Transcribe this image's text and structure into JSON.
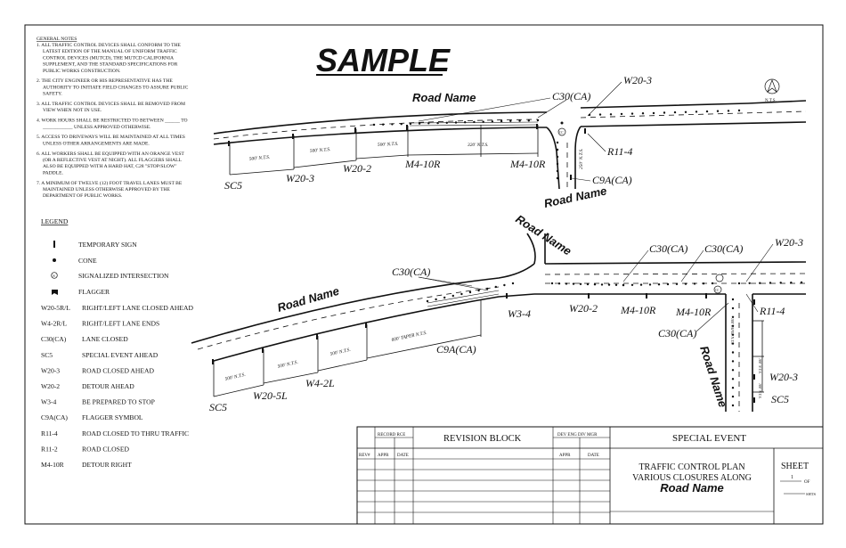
{
  "watermark": "SAMPLE",
  "general_notes": {
    "heading": "GENERAL NOTES",
    "items": [
      [
        "1. ALL TRAFFIC CONTROL DEVICES SHALL CONFORM TO THE",
        "LATEST EDITION OF THE MANUAL OF UNIFORM TRAFFIC",
        "CONTROL DEVICES (MUTCD), THE MUTCD CALIFORNIA",
        "SUPPLEMENT, AND THE STANDARD SPECIFICATIONS FOR",
        "PUBLIC WORKS CONSTRUCTION."
      ],
      [
        "2. THE CITY ENGINEER OR HIS REPRESENTATIVE HAS THE",
        "AUTHORITY TO INITIATE FIELD CHANGES TO ASSURE PUBLIC",
        "SAFETY."
      ],
      [
        "3. ALL TRAFFIC CONTROL DEVICES SHALL BE REMOVED FROM",
        "VIEW WHEN NOT IN USE."
      ],
      [
        "4. WORK HOURS SHALL BE RESTRICTED TO BETWEEN ______ TO",
        "____________ UNLESS APPROVED OTHERWISE."
      ],
      [
        "5. ACCESS TO DRIVEWAYS WILL BE MAINTAINED AT ALL TIMES",
        "UNLESS OTHER ARRANGEMENTS ARE MADE."
      ],
      [
        "6. ALL WORKERS SHALL BE EQUIPPED WITH AN ORANGE VEST",
        "(OR A REFLECTIVE VEST AT NIGHT). ALL FLAGGERS SHALL",
        "ALSO BE EQUIPPED WITH A HARD HAT, C28 \"STOP/SLOW\"",
        "PADDLE."
      ],
      [
        "7. A MINIMUM OF TWELVE (12) FOOT TRAVEL LANES MUST BE",
        "MAINTAINED UNLESS OTHERWISE APPROVED BY THE",
        "DEPARTMENT OF PUBLIC WORKS."
      ]
    ]
  },
  "legend": {
    "heading": "LEGEND",
    "symbols": [
      {
        "icon": "temporary-sign-icon",
        "label": "TEMPORARY SIGN"
      },
      {
        "icon": "cone-icon",
        "label": "CONE"
      },
      {
        "icon": "signalized-intersection-icon",
        "label": "SIGNALIZED INTERSECTION"
      },
      {
        "icon": "flagger-icon",
        "label": "FLAGGER"
      }
    ],
    "codes": [
      {
        "code": "W20-5R/L",
        "label": "RIGHT/LEFT LANE CLOSED AHEAD"
      },
      {
        "code": "W4-2R/L",
        "label": "RIGHT/LEFT LANE ENDS"
      },
      {
        "code": "C30(CA)",
        "label": "LANE CLOSED"
      },
      {
        "code": "SC5",
        "label": "SPECIAL EVENT AHEAD"
      },
      {
        "code": "W20-3",
        "label": "ROAD CLOSED AHEAD"
      },
      {
        "code": "W20-2",
        "label": "DETOUR AHEAD"
      },
      {
        "code": "W3-4",
        "label": "BE PREPARED TO STOP"
      },
      {
        "code": "C9A(CA)",
        "label": "FLAGGER SYMBOL"
      },
      {
        "code": "R11-4",
        "label": "ROAD CLOSED TO THRU TRAFFIC"
      },
      {
        "code": "R11-2",
        "label": "ROAD CLOSED"
      },
      {
        "code": "M4-10R",
        "label": "DETOUR RIGHT"
      }
    ]
  },
  "north_arrow": {
    "label": "N.T.S."
  },
  "top_plan": {
    "road_name_main": "Road Name",
    "road_name_side": "Road Name",
    "labels": {
      "c30": "C30(CA)",
      "w203_top": "W20-3",
      "r114": "R11-4",
      "c9a": "C9A(CA)",
      "sc5": "SC5",
      "w203": "W20-3",
      "w202": "W20-2",
      "m410r_a": "M4-10R",
      "m410r_b": "M4-10R"
    },
    "dims": [
      "500' N.T.S.",
      "500' N.T.S.",
      "500' N.T.S.",
      "320' N.T.S.",
      "250' N.T.S."
    ],
    "signal": "CC"
  },
  "bottom_plan": {
    "road_name_main": "Road Name",
    "road_name_side_top": "Road Name",
    "road_name_side_bottom": "Road Name",
    "labels": {
      "c30_left": "C30(CA)",
      "c30_mid1": "C30(CA)",
      "c30_mid2": "C30(CA)",
      "w203_top": "W20-3",
      "w34": "W3-4",
      "w202": "W20-2",
      "m410r_a": "M4-10R",
      "m410r_b": "M4-10R",
      "r114": "R11-4",
      "c30_low": "C30(CA)",
      "c9a": "C9A(CA)",
      "w203_low": "W20-3",
      "sc5_right": "SC5",
      "sc5_left": "SC5",
      "w205l": "W20-5L",
      "w42l": "W4-2L"
    },
    "dims": [
      "500' N.T.S.",
      "500' N.T.S.",
      "500' N.T.S.",
      "600' TAPER N.T.S.",
      "100' TAPER N.T.S.",
      "100' N.T.S.",
      "100' N.T.S."
    ],
    "signal": "CC"
  },
  "title_block": {
    "record_rce": "RECORD RCE",
    "revision_block": "REVISION BLOCK",
    "dev_eng_div_mgr": "DEV ENG DIV MGR",
    "rev": "REV#",
    "appr": "APPR",
    "date": "DATE",
    "appr2": "APPR",
    "date2": "DATE",
    "special_event": "SPECIAL EVENT",
    "title_line1": "TRAFFIC CONTROL PLAN",
    "title_line2": "VARIOUS CLOSURES ALONG",
    "title_line3": "Road Name",
    "sheet": "SHEET",
    "sheet_num": "1",
    "of": "OF",
    "shts": "SHTS"
  }
}
